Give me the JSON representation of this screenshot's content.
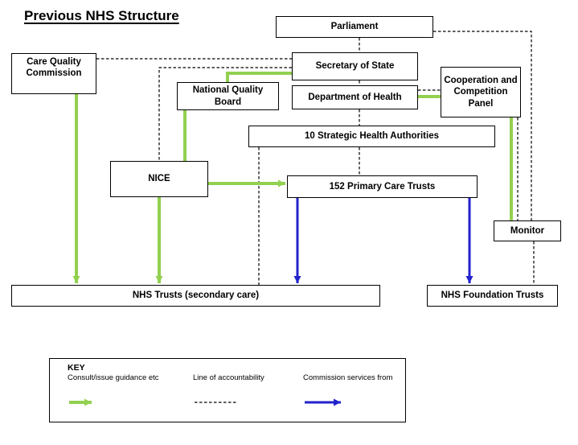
{
  "title": "Previous NHS Structure",
  "colors": {
    "green": "#92D050",
    "blue": "#2222CC",
    "line": "#000000"
  },
  "nodes": {
    "parliament": {
      "label": "Parliament"
    },
    "cqc": {
      "label": "Care Quality Commission"
    },
    "sos": {
      "label": "Secretary of State"
    },
    "nqb": {
      "label": "National Quality Board"
    },
    "doh": {
      "label": "Department of Health"
    },
    "ccp": {
      "label": "Cooperation and Competition Panel"
    },
    "sha": {
      "label": "10 Strategic Health Authorities"
    },
    "nice": {
      "label": "NICE"
    },
    "pct": {
      "label": "152 Primary Care Trusts"
    },
    "monitor": {
      "label": "Monitor"
    },
    "nhs_trusts": {
      "label": "NHS Trusts (secondary care)"
    },
    "nhs_ft": {
      "label": "NHS Foundation Trusts"
    }
  },
  "key": {
    "title": "KEY",
    "items": [
      {
        "label": "Consult/issue guidance etc",
        "type": "green-arrow"
      },
      {
        "label": "Line of accountability",
        "type": "dashed-line"
      },
      {
        "label": "Commission services from",
        "type": "blue-arrow"
      }
    ]
  }
}
